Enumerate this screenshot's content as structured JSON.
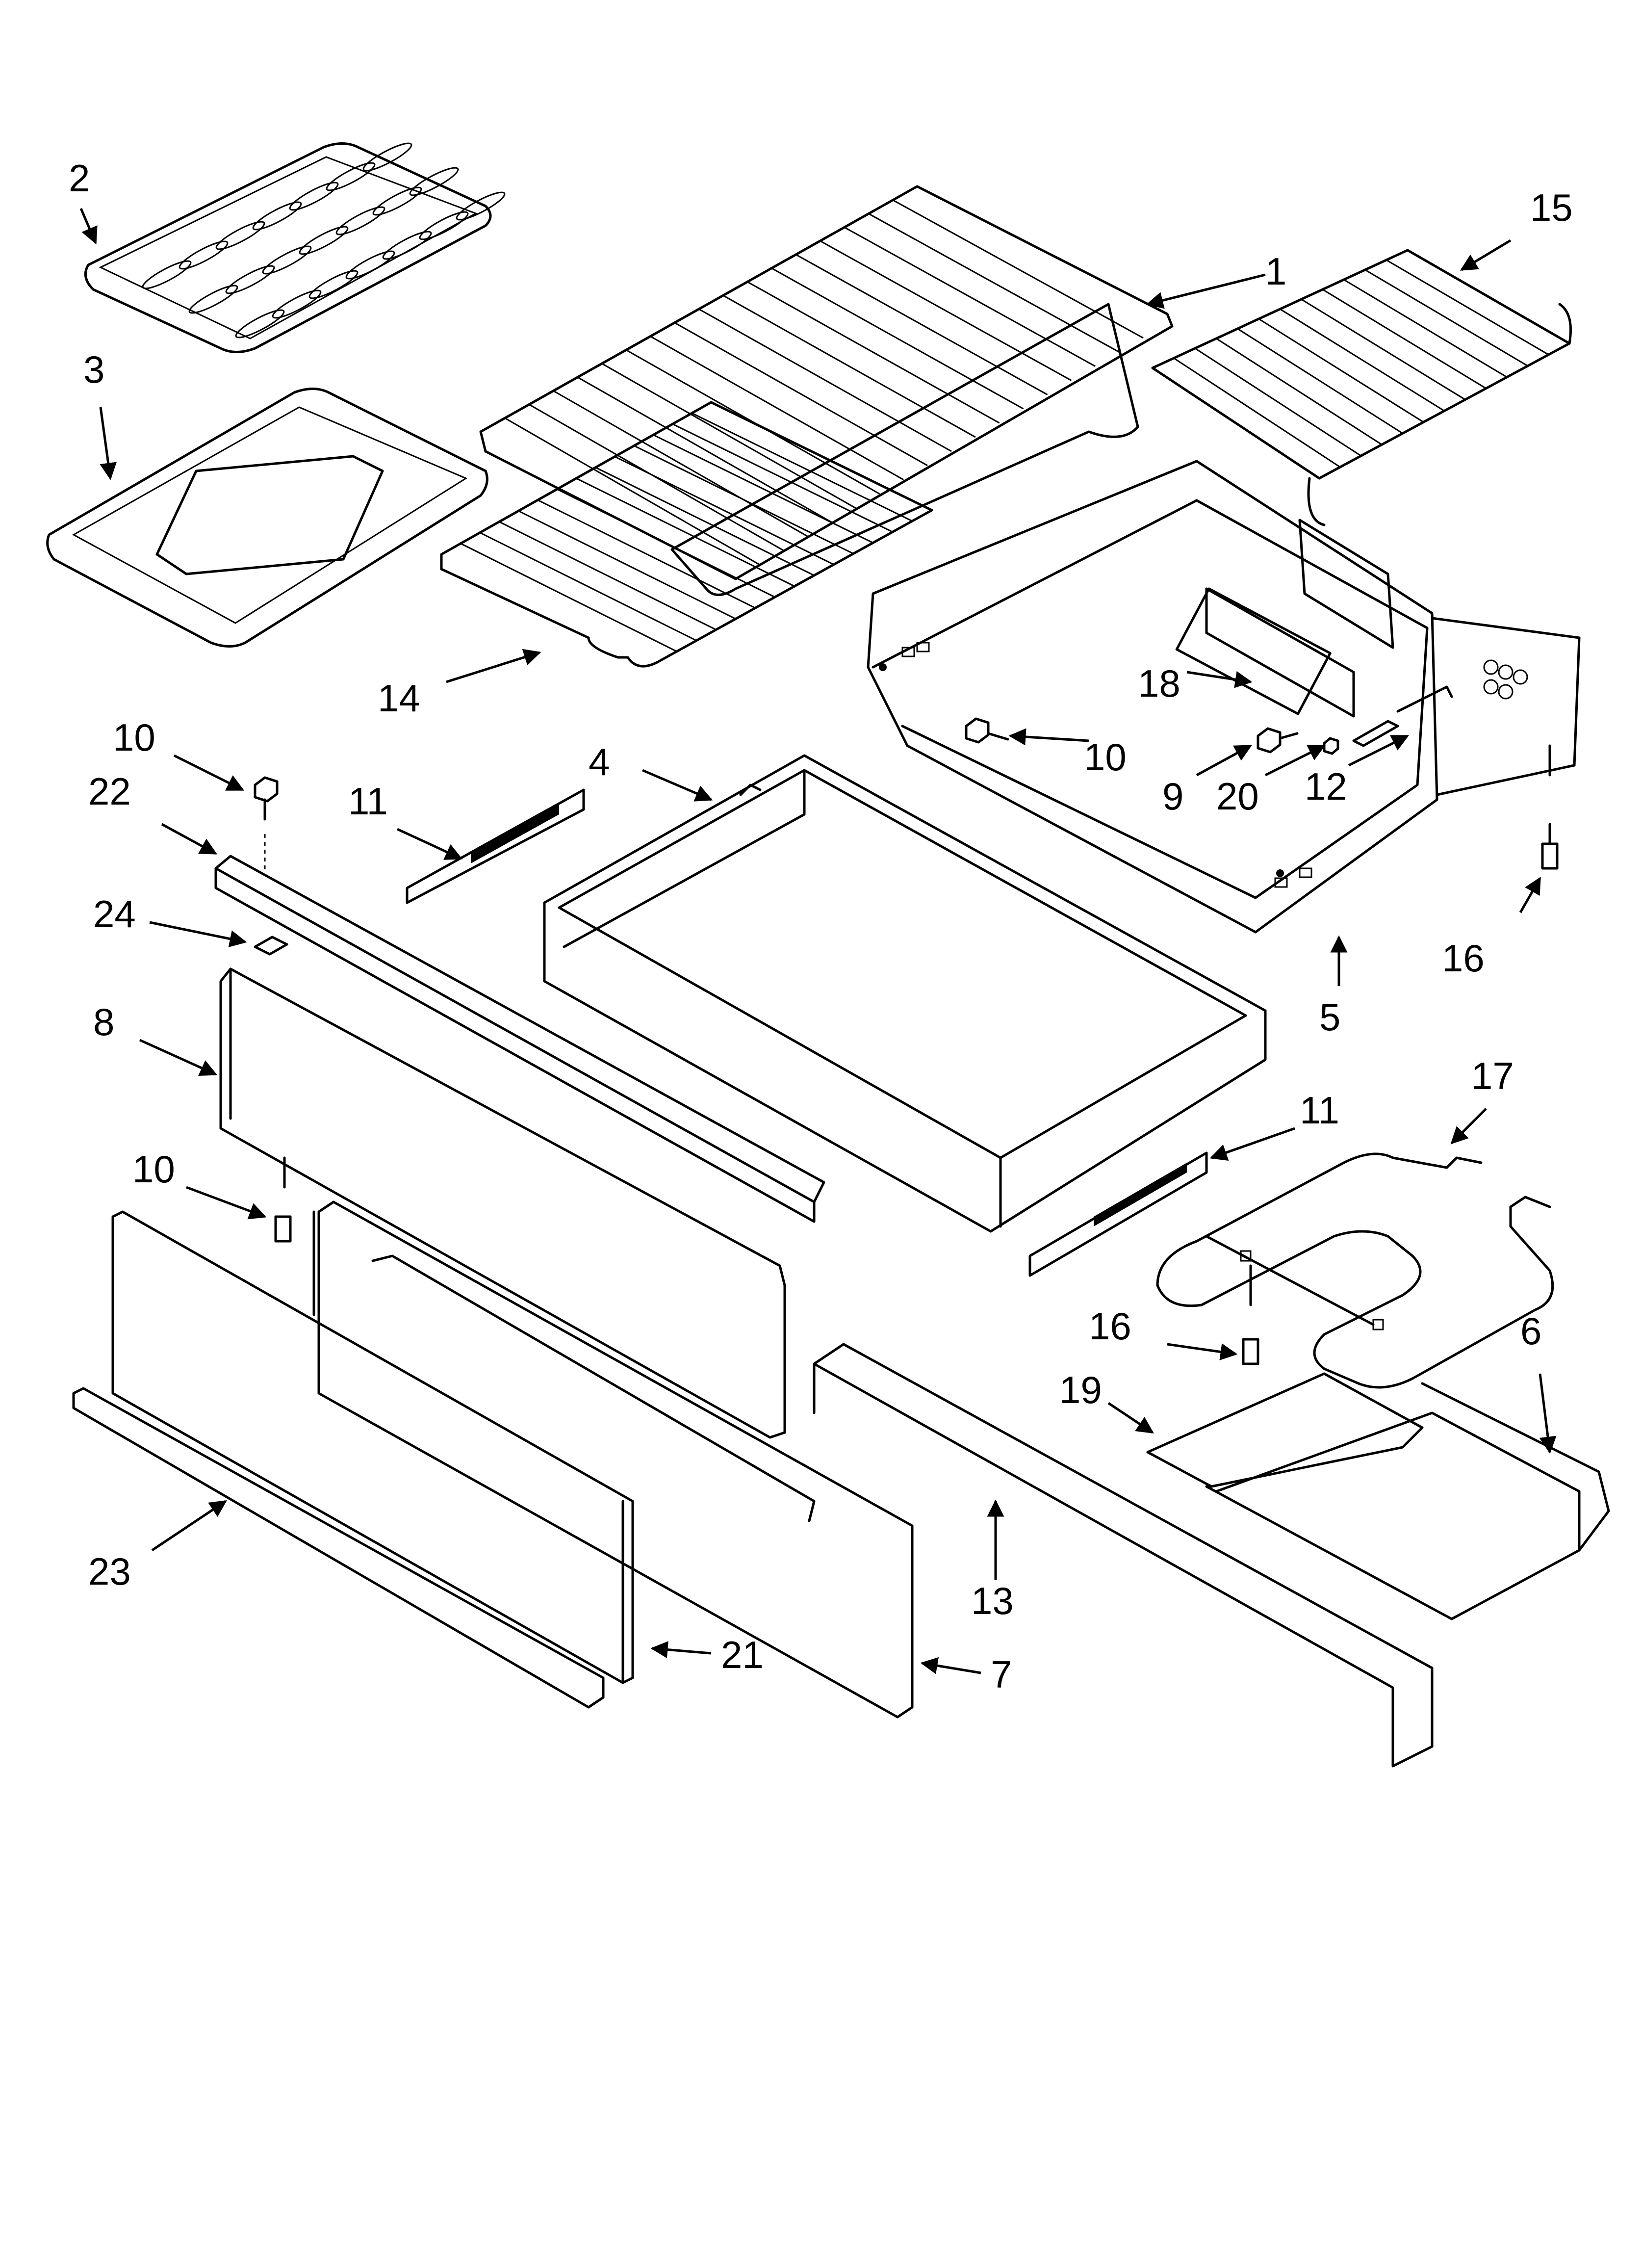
{
  "diagram": {
    "callouts": [
      {
        "id": "c1",
        "label": "1"
      },
      {
        "id": "c2",
        "label": "2"
      },
      {
        "id": "c3",
        "label": "3"
      },
      {
        "id": "c4",
        "label": "4"
      },
      {
        "id": "c5",
        "label": "5"
      },
      {
        "id": "c6",
        "label": "6"
      },
      {
        "id": "c7",
        "label": "7"
      },
      {
        "id": "c8",
        "label": "8"
      },
      {
        "id": "c9",
        "label": "9"
      },
      {
        "id": "c10a",
        "label": "10"
      },
      {
        "id": "c10b",
        "label": "10"
      },
      {
        "id": "c10c",
        "label": "10"
      },
      {
        "id": "c11a",
        "label": "11"
      },
      {
        "id": "c11b",
        "label": "11"
      },
      {
        "id": "c12",
        "label": "12"
      },
      {
        "id": "c13",
        "label": "13"
      },
      {
        "id": "c14",
        "label": "14"
      },
      {
        "id": "c15",
        "label": "15"
      },
      {
        "id": "c16a",
        "label": "16"
      },
      {
        "id": "c16b",
        "label": "16"
      },
      {
        "id": "c17",
        "label": "17"
      },
      {
        "id": "c18",
        "label": "18"
      },
      {
        "id": "c19",
        "label": "19"
      },
      {
        "id": "c20",
        "label": "20"
      },
      {
        "id": "c21",
        "label": "21"
      },
      {
        "id": "c22",
        "label": "22"
      },
      {
        "id": "c23",
        "label": "23"
      },
      {
        "id": "c24",
        "label": "24"
      }
    ]
  }
}
